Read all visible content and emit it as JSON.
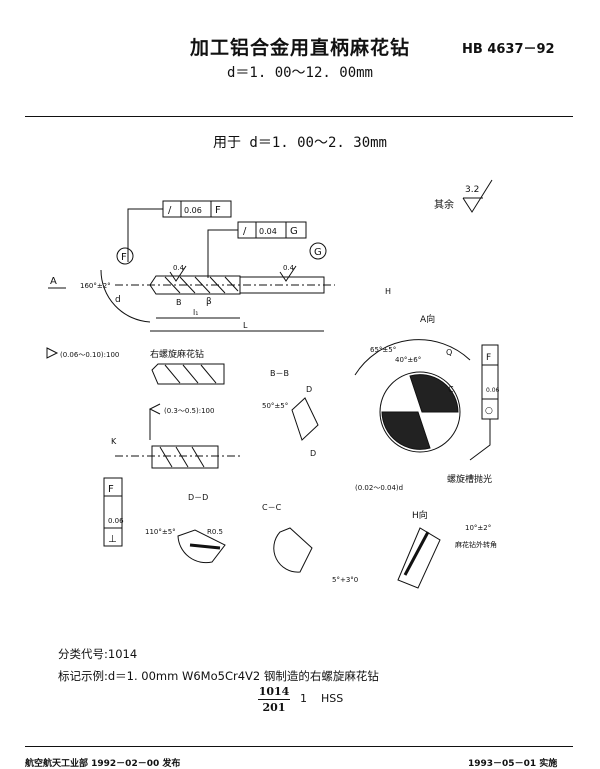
{
  "header": {
    "title": "加工铝合金用直柄麻花钻",
    "standard_no": "HB 4637－92",
    "subtitle": "d＝1. 00～12. 00mm"
  },
  "section": {
    "heading": "用于 d＝1. 00～2. 30mm"
  },
  "drawing": {
    "surface_finish_label": "其余",
    "surface_finish_value": "3.2",
    "tol_box_f": [
      "/",
      "0.06",
      "F"
    ],
    "tol_box_g": [
      "/",
      "0.04",
      "G"
    ],
    "datum_f": "F",
    "datum_g": "G",
    "datum_a": "A",
    "point_angle": "160°±2°",
    "roughness_1": "0.4",
    "roughness_2": "0.4",
    "dim_d": "d",
    "dim_l1": "l₁",
    "dim_l": "L",
    "label_b": "B",
    "label_beta": "β",
    "back_taper": "(0.06～0.10):100",
    "right_helix": "右螺旋麻花钻",
    "shank_taper": "(0.3～0.5):100",
    "label_k": "K",
    "tol_side_f": [
      "⊥",
      "0.06",
      "F"
    ],
    "view_bb": "B－B",
    "angle_bb": "50°±5°",
    "label_d": "D",
    "label_a_dir": "A向",
    "label_h": "H",
    "angle_65": "65°±5°",
    "angle_40": "40°±6°",
    "label_q": "Q",
    "label_c": "C",
    "tol_side_right": [
      "○",
      "0.06",
      "F"
    ],
    "chisel": "(0.02～0.04)d",
    "helix_polish": "螺旋槽抛光",
    "view_dd": "D－D",
    "angle_dd": "110°±5°",
    "r_dd": "R0.5",
    "view_cc": "C－C",
    "angle_cc": "5°+3°0",
    "view_h": "H向",
    "angle_h": "10°±2°",
    "h_note": "麻花钻外转角"
  },
  "notes": {
    "class_code": "分类代号:1014",
    "example": "标记示例:d＝1. 00mm   W6Mo5Cr4V2 钢制造的右螺旋麻花钻",
    "mark_num": "1014",
    "mark_den": "201",
    "mark_one": "1",
    "mark_mat": "HSS"
  },
  "footer": {
    "left": "航空航天工业部 1992－02－00 发布",
    "right": "1993－05－01 实施"
  }
}
